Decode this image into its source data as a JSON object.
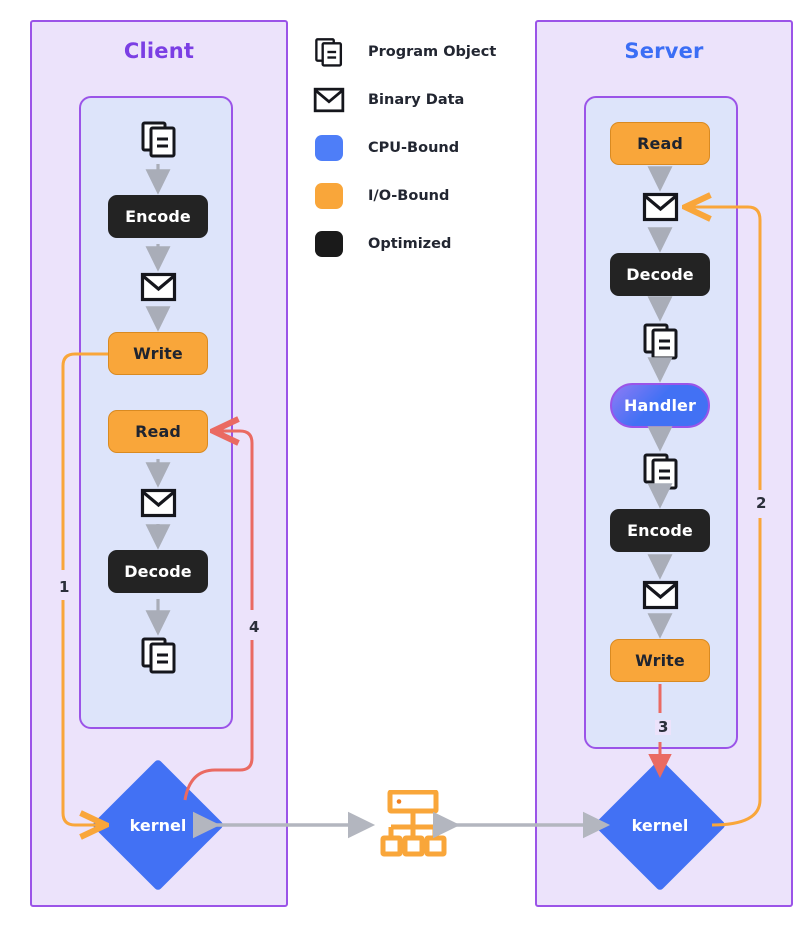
{
  "zones": {
    "client": {
      "title": "Client",
      "title_color": "#7b3fe4",
      "nodes": [
        {
          "label": "Program Object",
          "kind": "program-object-icon"
        },
        {
          "label": "Encode",
          "kind": "optimized"
        },
        {
          "label": "Binary Data",
          "kind": "binary-data-icon"
        },
        {
          "label": "Write",
          "kind": "io-bound"
        },
        {
          "label": "Read",
          "kind": "io-bound"
        },
        {
          "label": "Binary Data",
          "kind": "binary-data-icon"
        },
        {
          "label": "Decode",
          "kind": "optimized"
        },
        {
          "label": "Program Object",
          "kind": "program-object-icon"
        }
      ],
      "kernel_label": "kernel"
    },
    "server": {
      "title": "Server",
      "title_color": "#3b6ef5",
      "nodes": [
        {
          "label": "Read",
          "kind": "io-bound"
        },
        {
          "label": "Binary Data",
          "kind": "binary-data-icon"
        },
        {
          "label": "Decode",
          "kind": "optimized"
        },
        {
          "label": "Program Object",
          "kind": "program-object-icon"
        },
        {
          "label": "Handler",
          "kind": "cpu-bound"
        },
        {
          "label": "Program Object",
          "kind": "program-object-icon"
        },
        {
          "label": "Encode",
          "kind": "optimized"
        },
        {
          "label": "Binary Data",
          "kind": "binary-data-icon"
        },
        {
          "label": "Write",
          "kind": "io-bound"
        }
      ],
      "kernel_label": "kernel"
    }
  },
  "legend": {
    "items": [
      {
        "label": "Program Object",
        "mark": "program-object-icon",
        "color": "#1a1a1a"
      },
      {
        "label": "Binary Data",
        "mark": "binary-data-icon",
        "color": "#1a1a1a"
      },
      {
        "label": "CPU-Bound",
        "mark": "swatch",
        "color": "#4e7ef8"
      },
      {
        "label": "I/O-Bound",
        "mark": "swatch",
        "color": "#f9a63a"
      },
      {
        "label": "Optimized",
        "mark": "swatch",
        "color": "#1a1a1a"
      }
    ]
  },
  "flow_labels": [
    "1",
    "2",
    "3",
    "4"
  ],
  "network": {
    "icon": "network-hub-icon",
    "color": "#f9a63a"
  },
  "colors": {
    "zone_fill": "#ece3fb",
    "zone_border": "#9b54e8",
    "inner_fill": "#dde4fa",
    "io_bound": "#f9a63a",
    "cpu_bound": "#4271f4",
    "optimized": "#232323",
    "arrow_gray": "#a9adb8",
    "path_orange": "#f9a63a",
    "path_red": "#ea6a62",
    "link_gray": "#b3b6bf"
  }
}
